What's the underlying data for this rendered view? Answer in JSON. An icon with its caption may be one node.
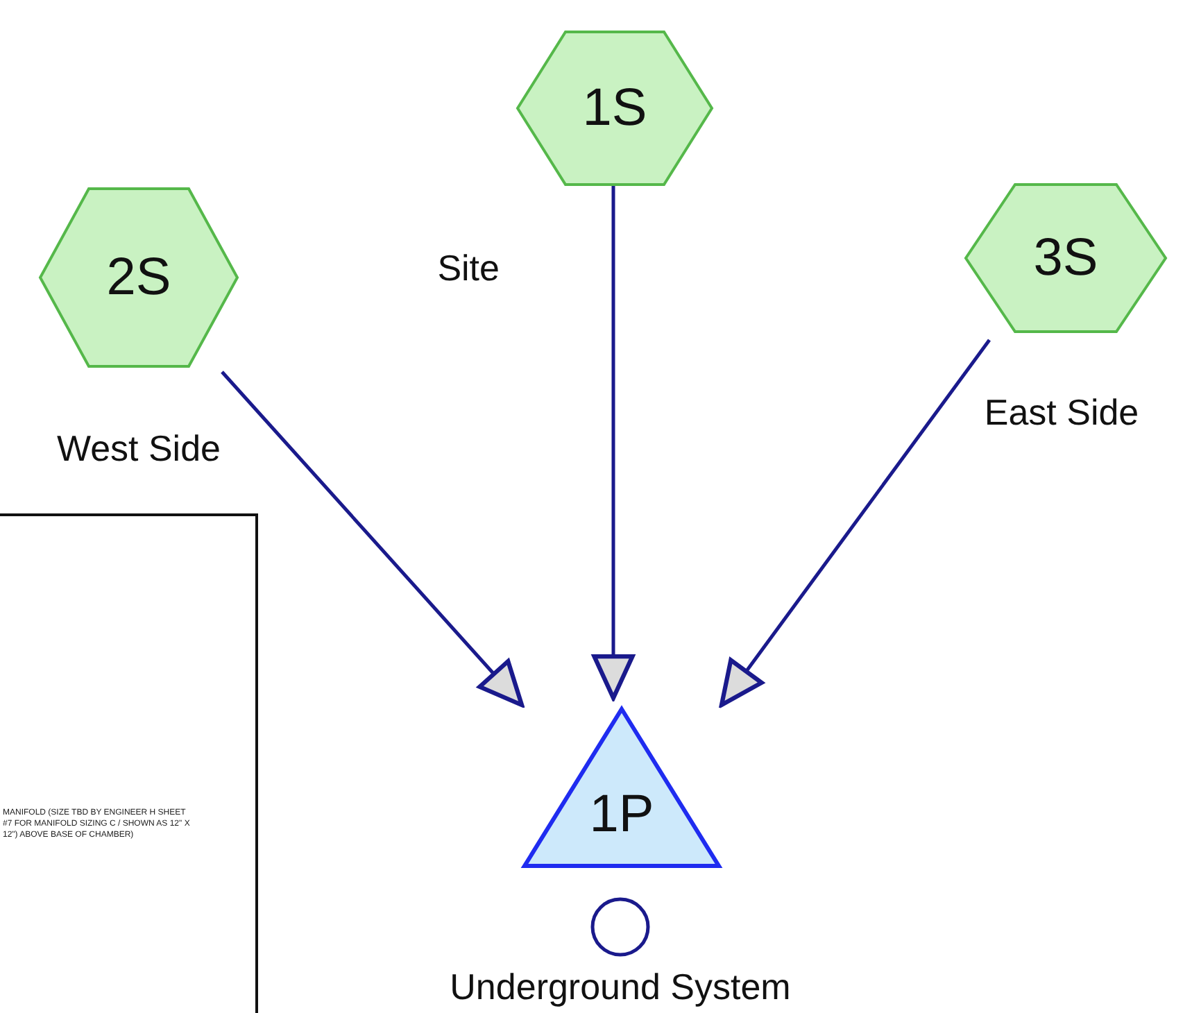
{
  "diagram": {
    "nodes": [
      {
        "text": [
          "1S"
        ],
        "beside": [
          "Site"
        ]
      },
      {
        "text": [
          "2S"
        ],
        "beside": [
          "West Side"
        ]
      },
      {
        "text": [
          "3S"
        ],
        "beside": [
          "East Side"
        ]
      },
      {
        "text": [
          "1P"
        ],
        "beside": [
          "Underground System"
        ]
      }
    ],
    "edges": [
      {
        "from": 0,
        "to": 3,
        "arrow": "to"
      },
      {
        "from": 1,
        "to": 3,
        "arrow": "to"
      },
      {
        "from": 2,
        "to": 3,
        "arrow": "to"
      }
    ],
    "labels": [
      "MANIFOLD (SIZE TBD BY ENGINEER H SHEET #7 FOR MANIFOLD SIZING C / SHOWN AS 12\" X 12\") ABOVE BASE OF CHAMBER)"
    ]
  }
}
